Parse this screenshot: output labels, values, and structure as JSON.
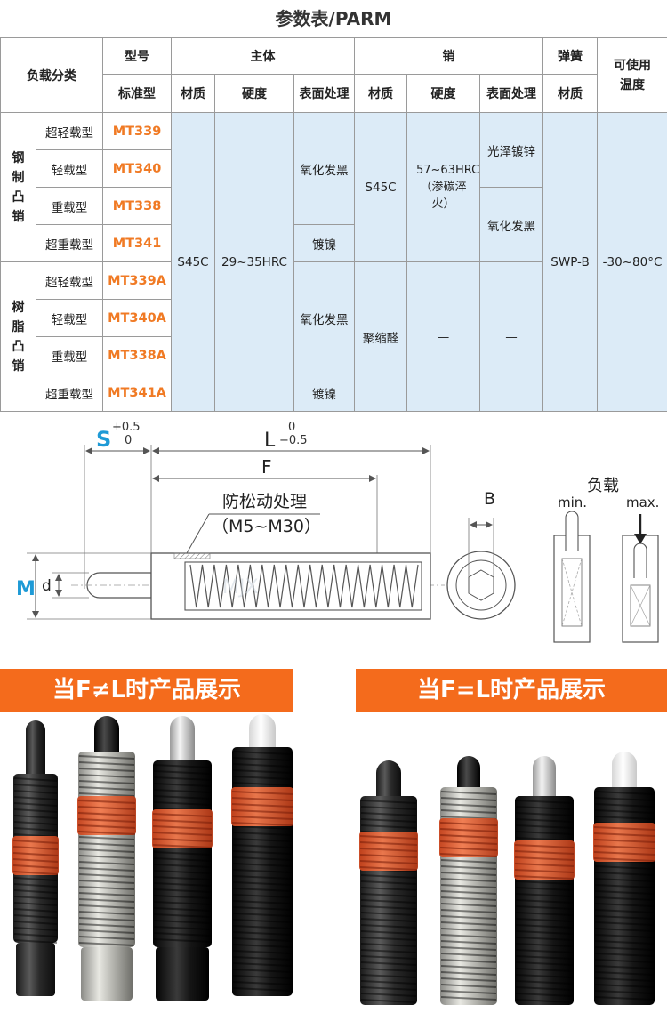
{
  "title": "参数表/PARM",
  "headers": {
    "load_class": "负载分类",
    "model": "型号",
    "standard": "标准型",
    "body": "主体",
    "pin": "销",
    "spring": "弹簧",
    "usable_temp": "可使用温度",
    "material": "材质",
    "hardness": "硬度",
    "surface": "表面处理"
  },
  "groups": {
    "steel": "钢制凸销",
    "resin": "树脂凸销"
  },
  "rows": [
    {
      "load": "超轻载型",
      "model": "MT339"
    },
    {
      "load": "轻载型",
      "model": "MT340"
    },
    {
      "load": "重载型",
      "model": "MT338"
    },
    {
      "load": "超重载型",
      "model": "MT341"
    },
    {
      "load": "超轻载型",
      "model": "MT339A"
    },
    {
      "load": "轻载型",
      "model": "MT340A"
    },
    {
      "load": "重载型",
      "model": "MT338A"
    },
    {
      "load": "超重载型",
      "model": "MT341A"
    }
  ],
  "values": {
    "body_material": "S45C",
    "body_hardness": "29~35HRC",
    "black_oxide": "氧化发黑",
    "nickel": "镀镍",
    "pin_steel_material": "S45C",
    "pin_steel_hardness": "57~63HRC（渗碳淬火）",
    "pin_steel_surface_1": "光泽镀锌",
    "pin_steel_surface_2": "氧化发黑",
    "pin_resin_material": "聚缩醛",
    "dash": "—",
    "spring_material": "SWP-B",
    "temp": "-30~80°C"
  },
  "drawing": {
    "S_label": "S",
    "S_tol_plus": "+0.5",
    "S_tol_minus": "0",
    "L_label": "L",
    "L_tol_plus": "0",
    "L_tol_minus": "−0.5",
    "F_label": "F",
    "anti_loose": "防松动处理",
    "anti_loose_range": "（M5~M30）",
    "M_label": "M",
    "d_label": "d",
    "B_label": "B",
    "load": "负载",
    "min": "min.",
    "max": "max.",
    "watermark": "MJX"
  },
  "banners": {
    "left": "当F≠L时产品展示",
    "right": "当F=L时产品展示"
  },
  "colors": {
    "accent": "#f46b1c",
    "model": "#f07a24",
    "highlight": "#dcebf7",
    "dim_blue": "#1e9ad6"
  }
}
